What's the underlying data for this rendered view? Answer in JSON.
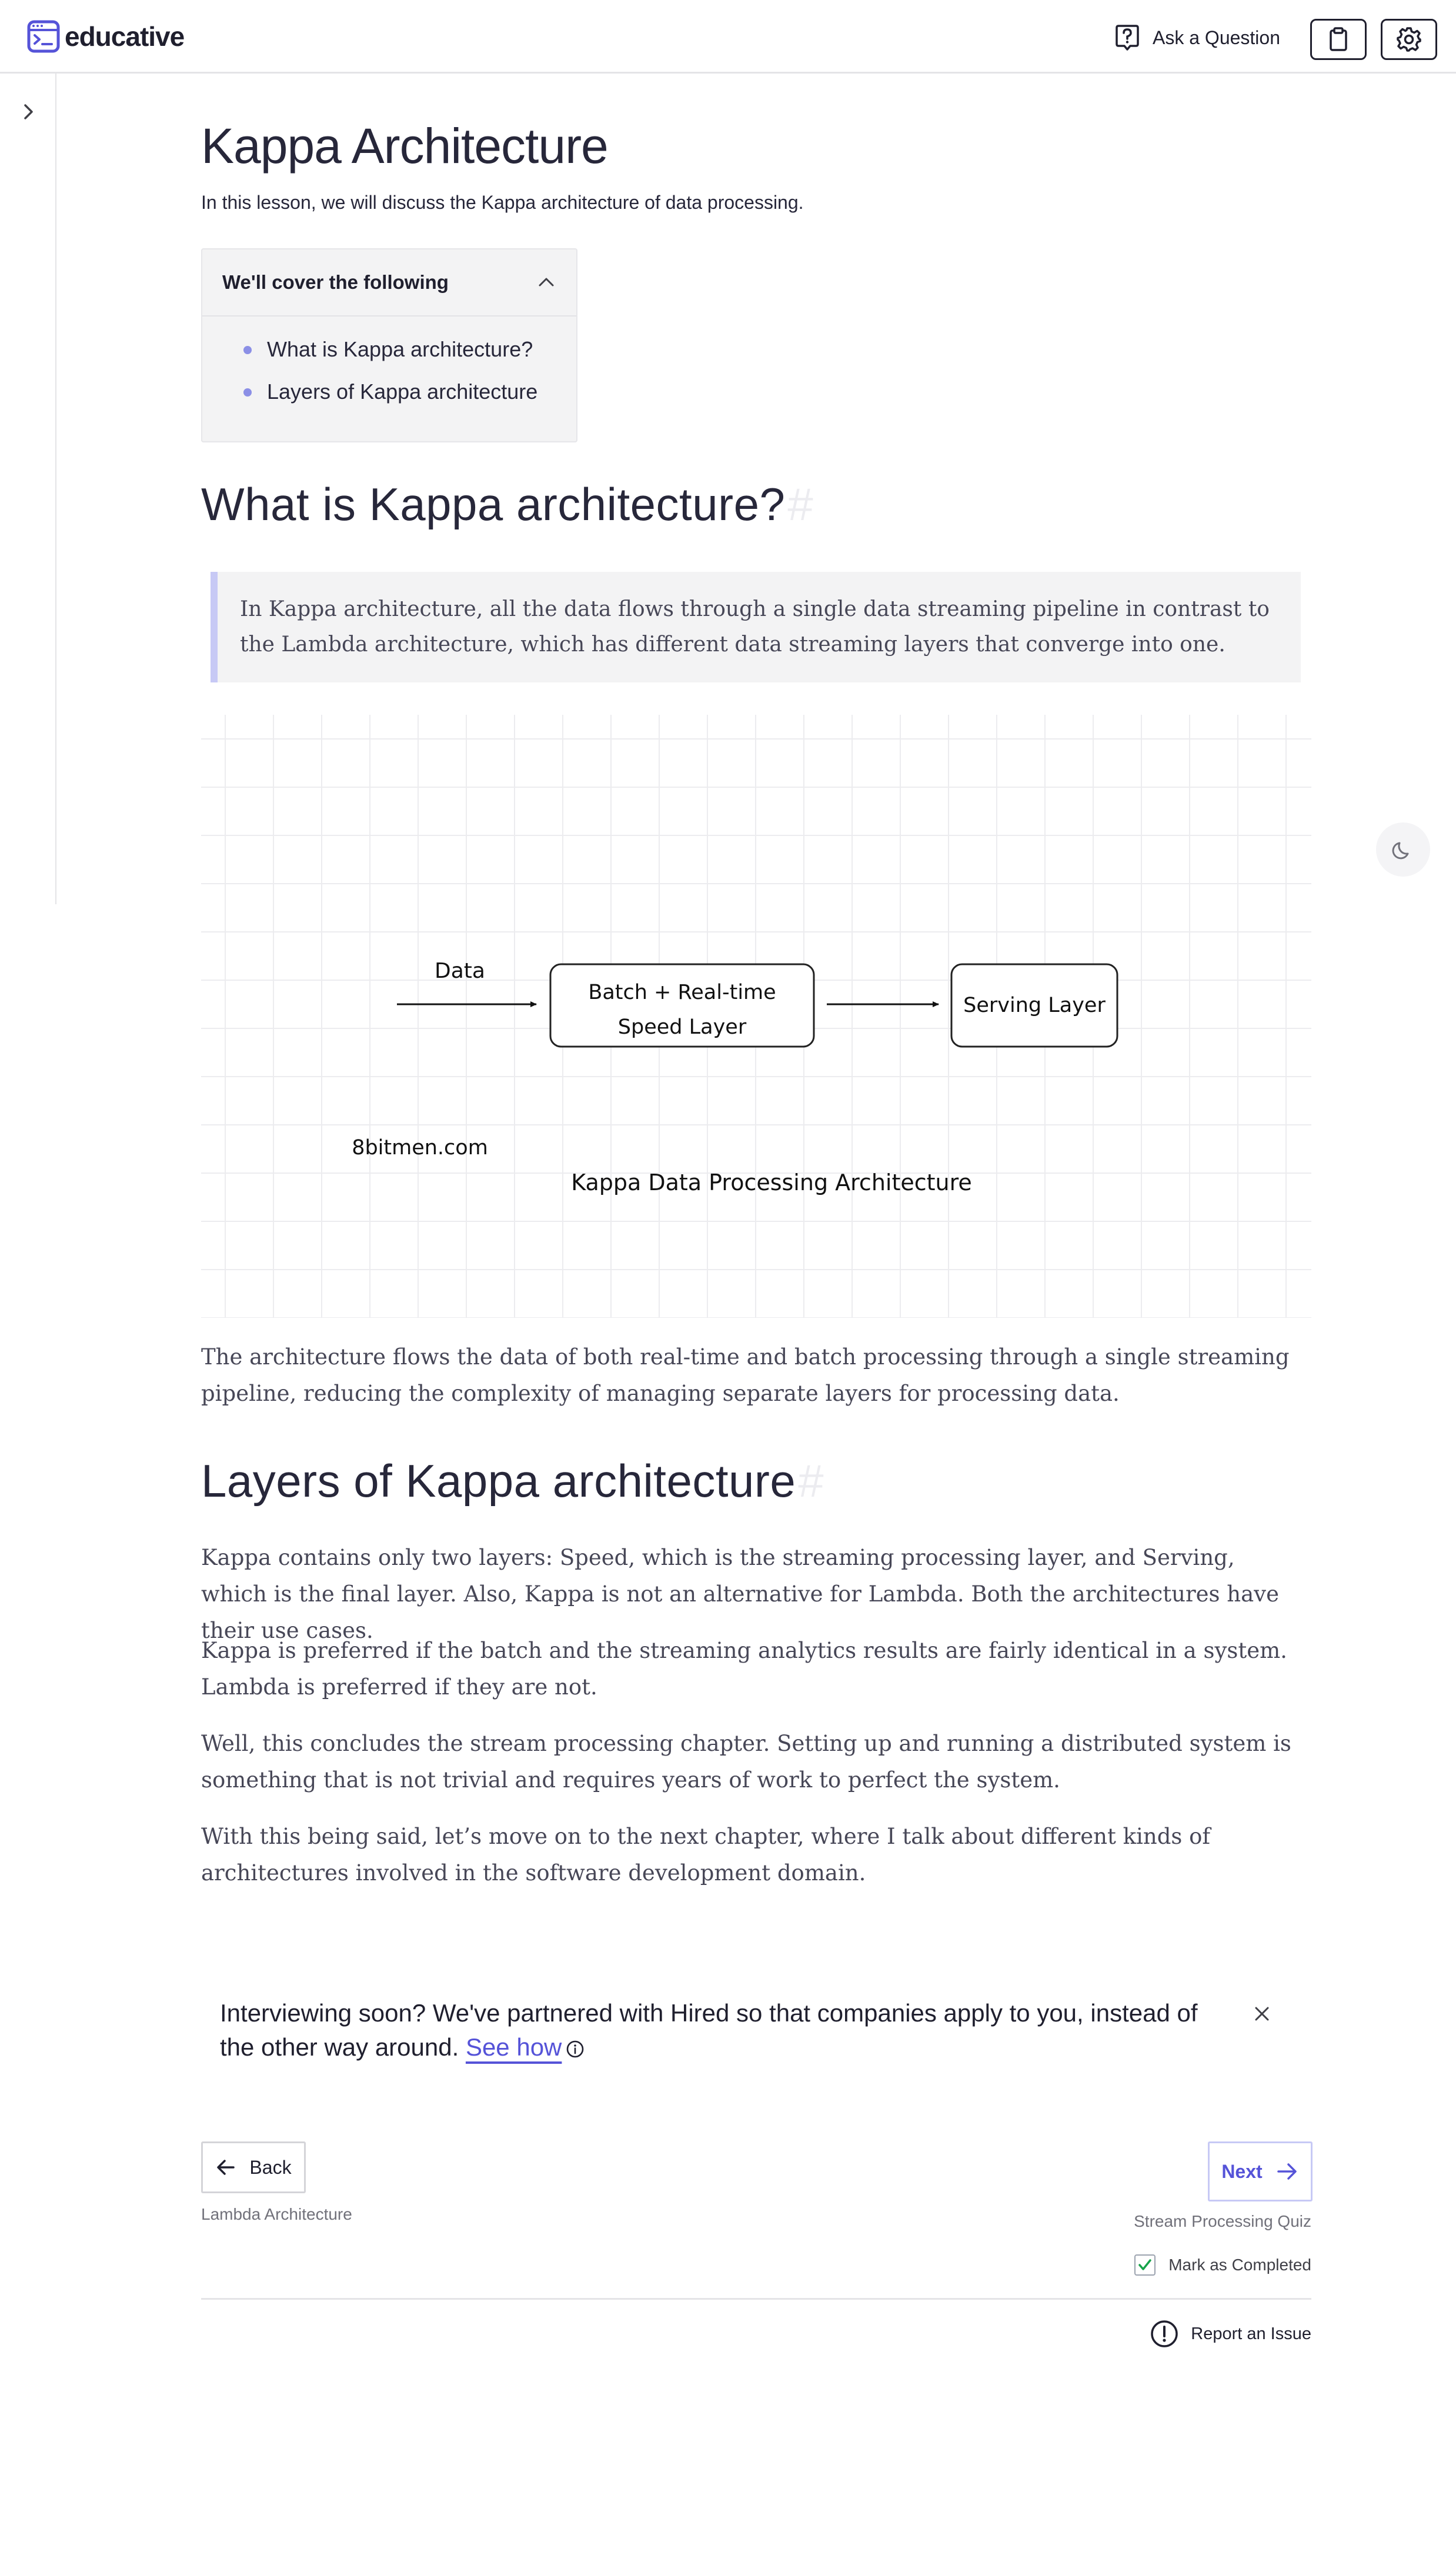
{
  "header": {
    "brand": "educative",
    "ask_label": "Ask a Question",
    "icons": [
      "logo-icon",
      "question-icon",
      "clipboard-icon",
      "gear-icon"
    ]
  },
  "sidebar": {
    "toggle_icon": "chevron-right-icon"
  },
  "theme": {
    "icon": "moon-icon"
  },
  "lesson": {
    "title": "Kappa Architecture",
    "subtitle": "In this lesson, we will discuss the Kappa architecture of data processing.",
    "toc": {
      "title": "We'll cover the following",
      "items": [
        "What is Kappa architecture?",
        "Layers of Kappa architecture"
      ]
    },
    "section1": {
      "heading": "What is Kappa architecture?",
      "anchor": "#",
      "callout": "In Kappa architecture, all the data flows through a single data streaming pipeline in contrast to the Lambda architecture, which has different data streaming layers that converge into one.",
      "after_diagram": "The architecture flows the data of both real-time and batch processing through a single streaming pipeline, reducing the complexity of managing separate layers for processing data."
    },
    "diagram": {
      "input_label": "Data",
      "box1_line1": "Batch + Real-time",
      "box1_line2": "Speed Layer",
      "box2": "Serving Layer",
      "watermark": "8bitmen.com",
      "caption": "Kappa Data Processing Architecture"
    },
    "section2": {
      "heading": "Layers of Kappa architecture",
      "anchor": "#",
      "paragraphs": [
        "Kappa contains only two layers: Speed, which is the streaming processing layer, and Serving, which is the final layer. Also, Kappa is not an alternative for Lambda. Both the architectures have their use cases.",
        "Kappa is preferred if the batch and the streaming analytics results are fairly identical in a system. Lambda is preferred if they are not.",
        "Well, this concludes the stream processing chapter. Setting up and running a distributed system is something that is not trivial and requires years of work to perfect the system.",
        "With this being said, let’s move on to the next chapter, where I talk about different kinds of architectures involved in the software development domain."
      ]
    }
  },
  "banner": {
    "text": "Interviewing soon? We've partnered with Hired so that companies apply to you, instead of the other way around.",
    "link": "See how"
  },
  "nav": {
    "back_label": "Back",
    "back_target": "Lambda Architecture",
    "next_label": "Next",
    "next_target": "Stream Processing Quiz",
    "mark_completed": "Mark as Completed",
    "report": "Report an Issue"
  }
}
